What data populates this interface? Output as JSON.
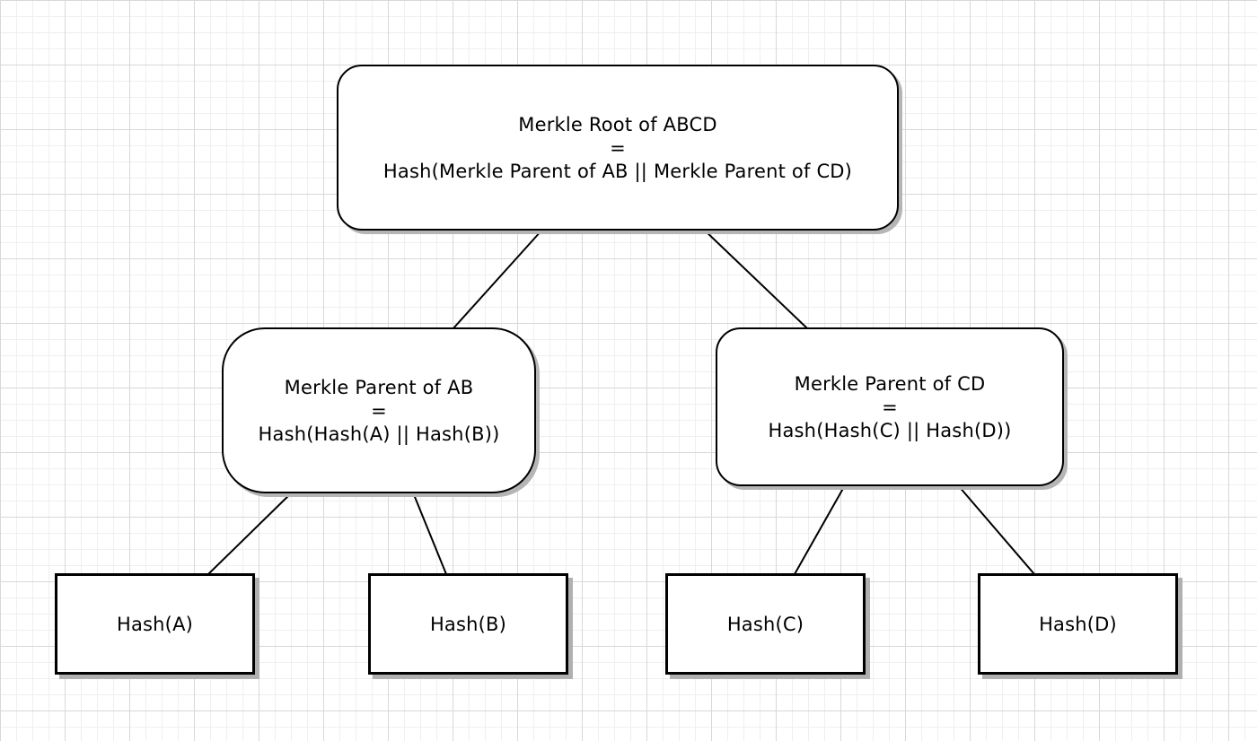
{
  "root": {
    "line1": "Merkle Root of ABCD",
    "line2": "=",
    "line3": "Hash(Merkle Parent of AB || Merkle Parent of CD)"
  },
  "parent_ab": {
    "line1": "Merkle Parent of AB",
    "line2": "=",
    "line3": "Hash(Hash(A) || Hash(B))"
  },
  "parent_cd": {
    "line1": "Merkle Parent of CD",
    "line2": "=",
    "line3": "Hash(Hash(C) || Hash(D))"
  },
  "leaves": {
    "a": "Hash(A)",
    "b": "Hash(B)",
    "c": "Hash(C)",
    "d": "Hash(D)"
  },
  "colors": {
    "stroke": "#000000",
    "grid": "#d8d8d8",
    "shadow": "#b5b5b5"
  }
}
